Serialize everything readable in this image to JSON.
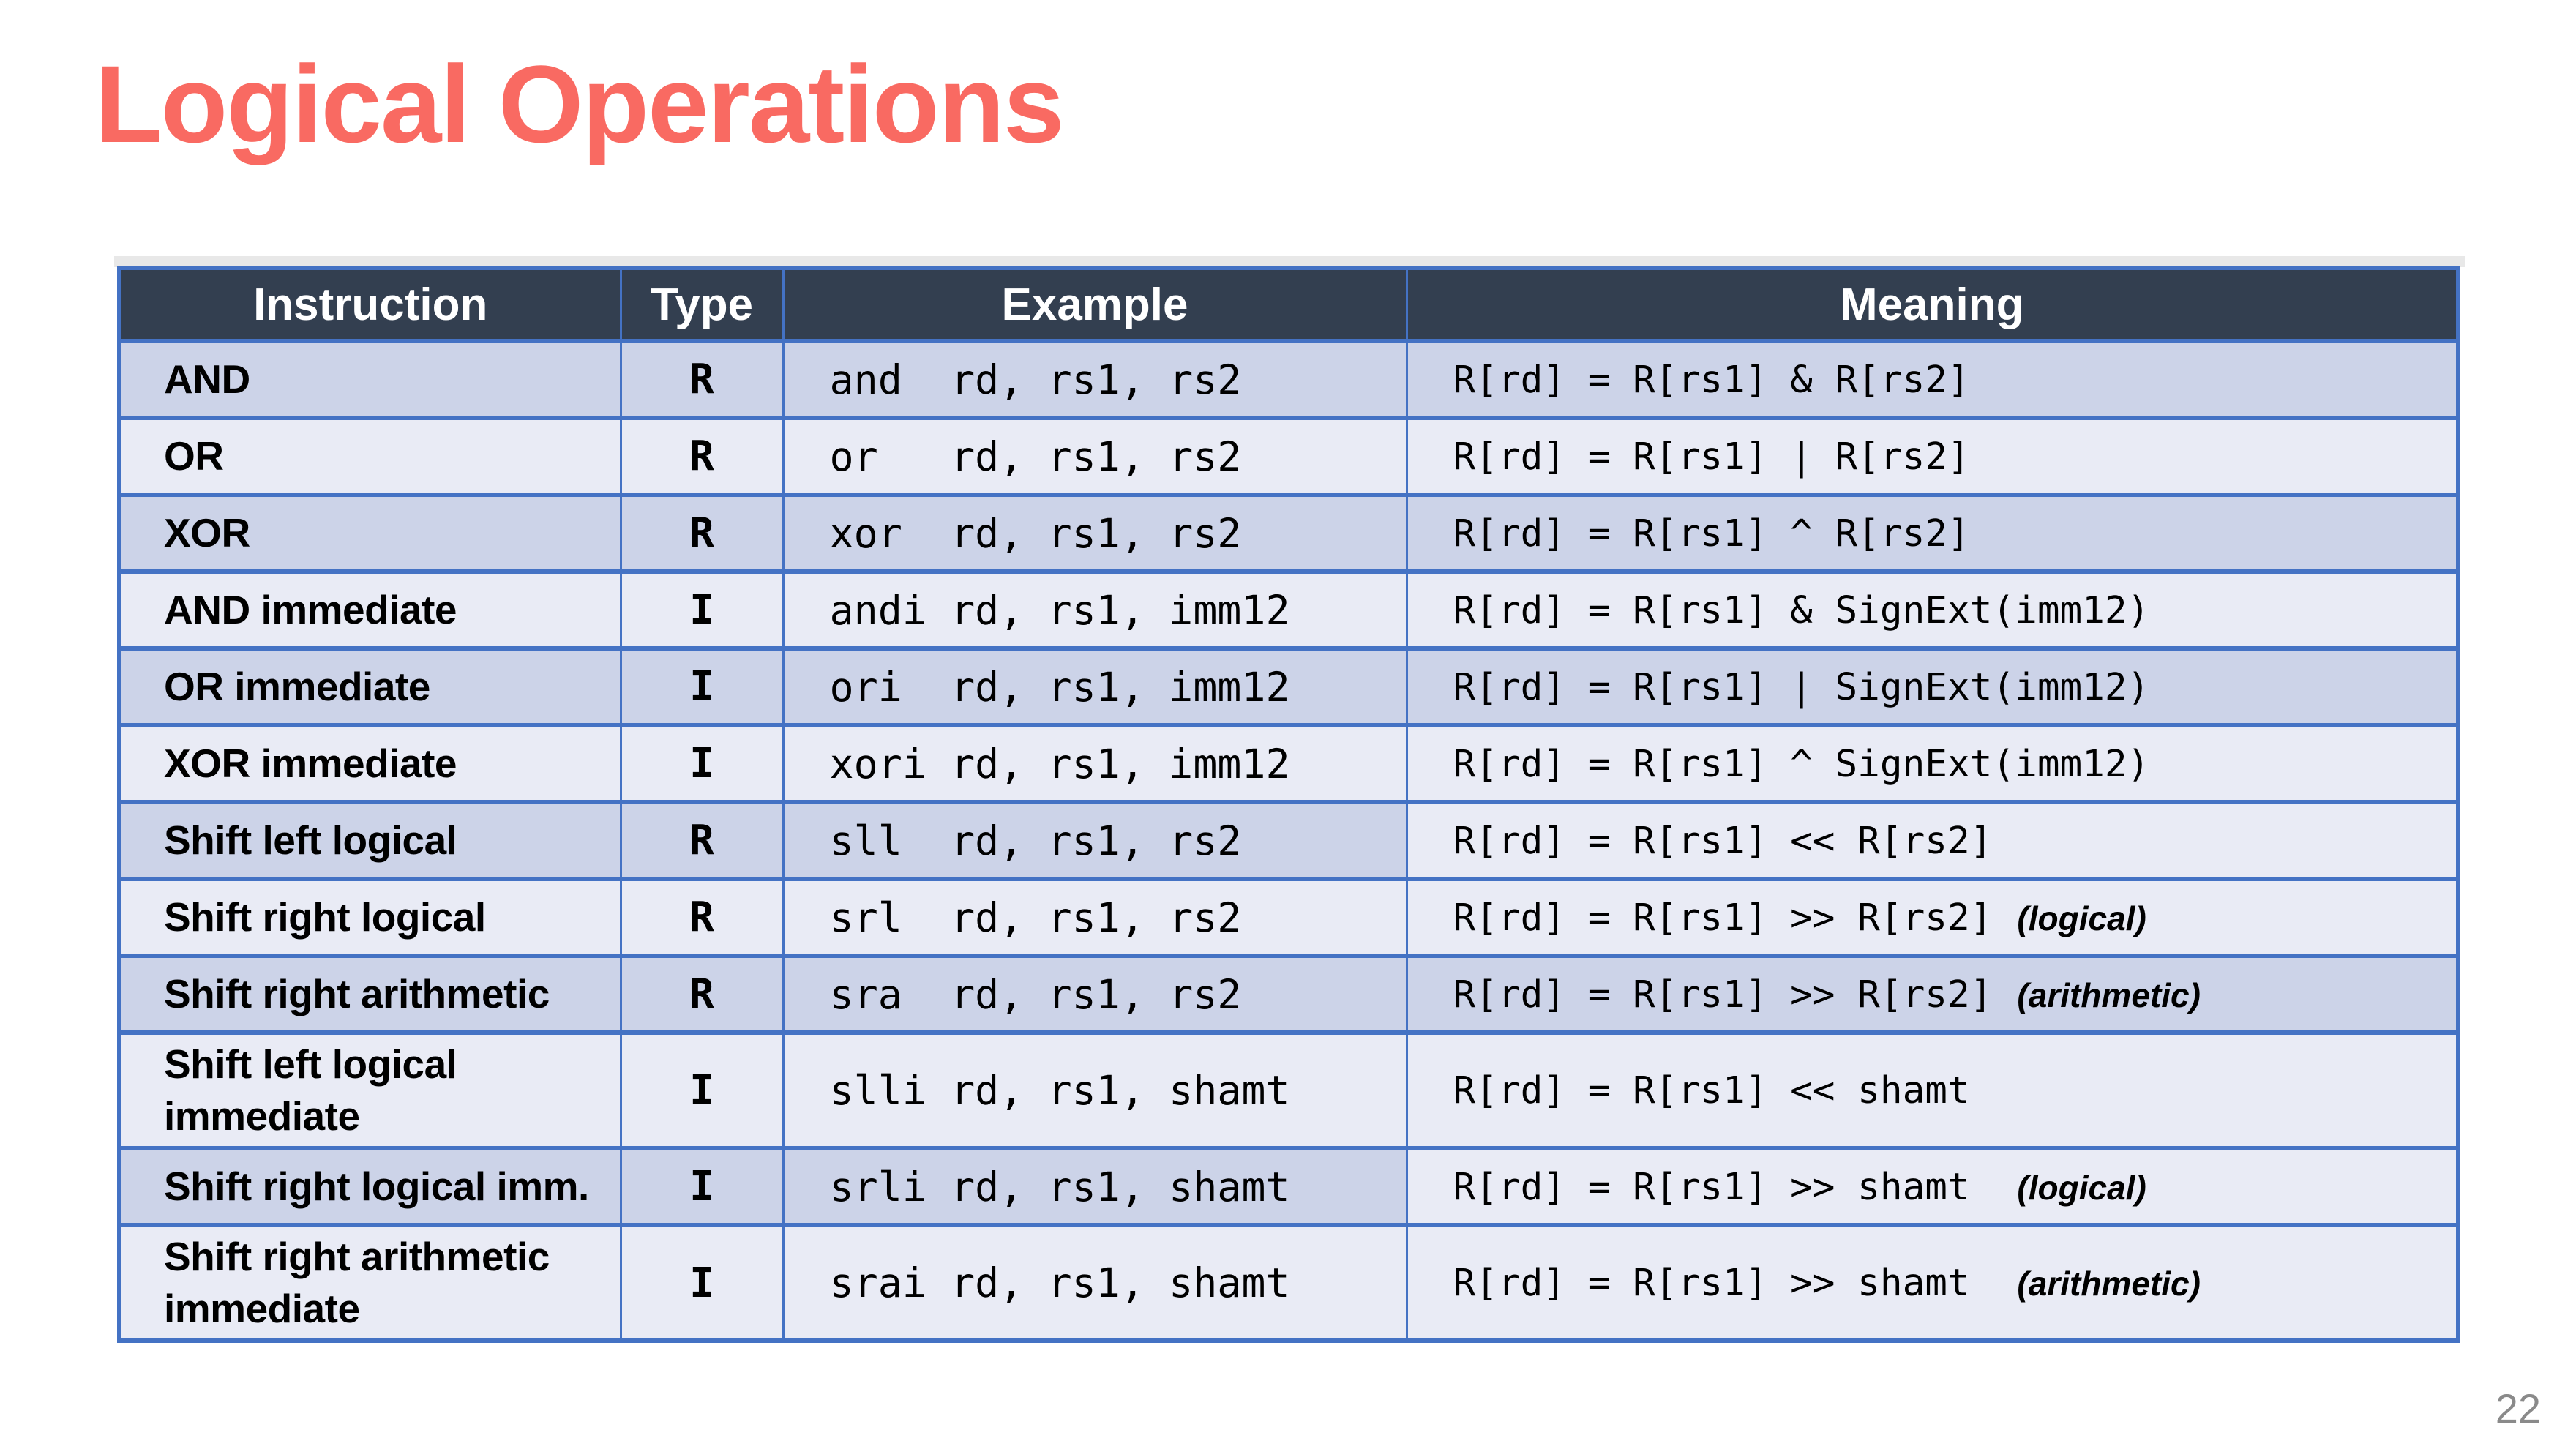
{
  "slide": {
    "title": "Logical Operations",
    "page_number": "22"
  },
  "colors": {
    "title": "#F96A62",
    "header_bg": "#333F50",
    "header_text": "#FFFFFF",
    "border": "#4472C4",
    "row_dark": "#CCD3E8",
    "row_light": "#E9EBF5",
    "cell_text": "#000000",
    "page_number": "#8A8A8A",
    "shadow_strip": "#E8E8E8"
  },
  "table": {
    "headers": [
      "Instruction",
      "Type",
      "Example",
      "Meaning"
    ],
    "rows": [
      {
        "instruction": "AND",
        "type": "R",
        "example": "and  rd, rs1, rs2",
        "meaning": "R[rd] = R[rs1] & R[rs2]",
        "note": "",
        "shade": "dark",
        "meaning_shade": "dark"
      },
      {
        "instruction": "OR",
        "type": "R",
        "example": "or   rd, rs1, rs2",
        "meaning": "R[rd] = R[rs1] | R[rs2]",
        "note": "",
        "shade": "light",
        "meaning_shade": "light"
      },
      {
        "instruction": "XOR",
        "type": "R",
        "example": "xor  rd, rs1, rs2",
        "meaning": "R[rd] = R[rs1] ^ R[rs2]",
        "note": "",
        "shade": "dark",
        "meaning_shade": "dark"
      },
      {
        "instruction": "AND immediate",
        "type": "I",
        "example": "andi rd, rs1, imm12",
        "meaning": "R[rd] = R[rs1] & SignExt(imm12)",
        "note": "",
        "shade": "light",
        "meaning_shade": "light"
      },
      {
        "instruction": "OR immediate",
        "type": "I",
        "example": "ori  rd, rs1, imm12",
        "meaning": "R[rd] = R[rs1] | SignExt(imm12)",
        "note": "",
        "shade": "dark",
        "meaning_shade": "dark"
      },
      {
        "instruction": "XOR immediate",
        "type": "I",
        "example": "xori rd, rs1, imm12",
        "meaning": "R[rd] = R[rs1] ^ SignExt(imm12)",
        "note": "",
        "shade": "light",
        "meaning_shade": "light"
      },
      {
        "instruction": "Shift left logical",
        "type": "R",
        "example": "sll  rd, rs1, rs2",
        "meaning": "R[rd] = R[rs1] << R[rs2]",
        "note": "",
        "shade": "dark",
        "meaning_shade": "light"
      },
      {
        "instruction": "Shift right logical",
        "type": "R",
        "example": "srl  rd, rs1, rs2",
        "meaning": "R[rd] = R[rs1] >> R[rs2]",
        "note": "(logical)",
        "shade": "light",
        "meaning_shade": "light"
      },
      {
        "instruction": "Shift right arithmetic",
        "type": "R",
        "example": "sra  rd, rs1, rs2",
        "meaning": "R[rd] = R[rs1] >> R[rs2]",
        "note": "(arithmetic)",
        "shade": "dark",
        "meaning_shade": "dark"
      },
      {
        "instruction": "Shift left logical\nimmediate",
        "type": "I",
        "example": "slli rd, rs1, shamt",
        "meaning": "R[rd] = R[rs1] << shamt",
        "note": "",
        "shade": "light",
        "meaning_shade": "light"
      },
      {
        "instruction": "Shift right logical imm.",
        "type": "I",
        "example": "srli rd, rs1, shamt",
        "meaning": "R[rd] = R[rs1] >> shamt ",
        "note": "(logical)",
        "shade": "dark",
        "meaning_shade": "light"
      },
      {
        "instruction": "Shift right arithmetic\nimmediate",
        "type": "I",
        "example": "srai rd, rs1, shamt",
        "meaning": "R[rd] = R[rs1] >> shamt ",
        "note": "(arithmetic)",
        "shade": "light",
        "meaning_shade": "light"
      }
    ]
  }
}
